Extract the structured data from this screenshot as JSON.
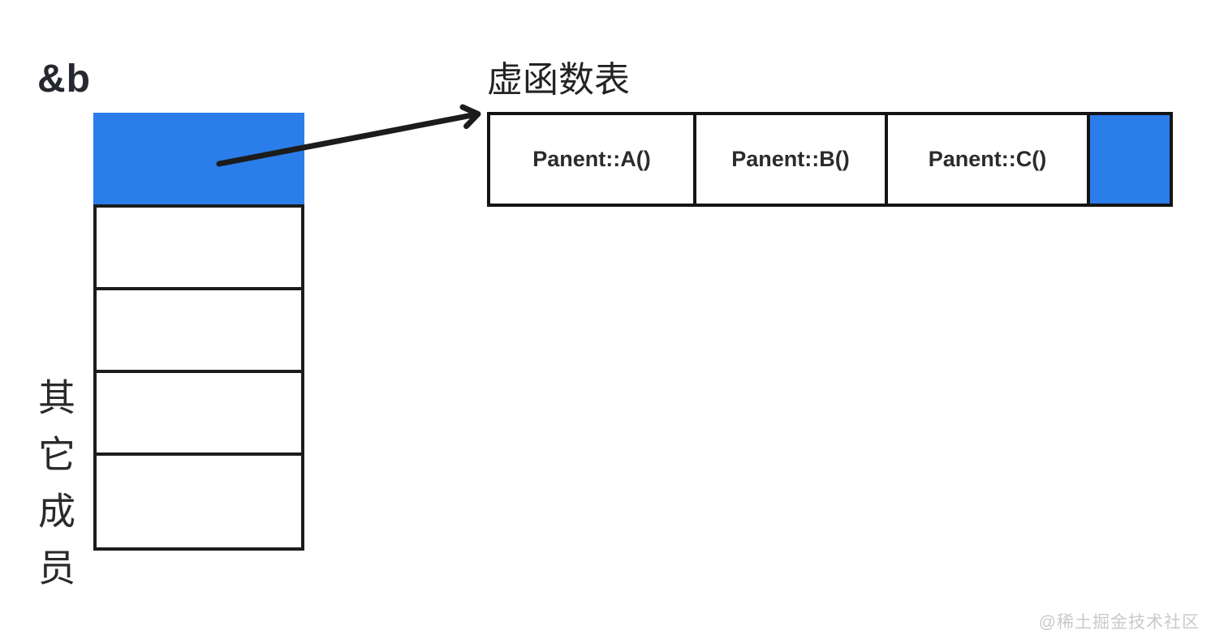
{
  "labels": {
    "object_pointer": "&b",
    "other_members": "其它成员",
    "vtable_title": "虚函数表"
  },
  "object_memory": {
    "cell_count": 5,
    "vptr_cell_index": 0
  },
  "vtable": {
    "entries": [
      "Panent::A()",
      "Panent::B()",
      "Panent::C()"
    ],
    "trailing_cell": "highlight-blue"
  },
  "colors": {
    "highlight_blue": "#2B7DE9",
    "line_black": "#1C1C1C",
    "watermark_gray": "#C9C9C9"
  },
  "watermark": "@稀土掘金技术社区"
}
